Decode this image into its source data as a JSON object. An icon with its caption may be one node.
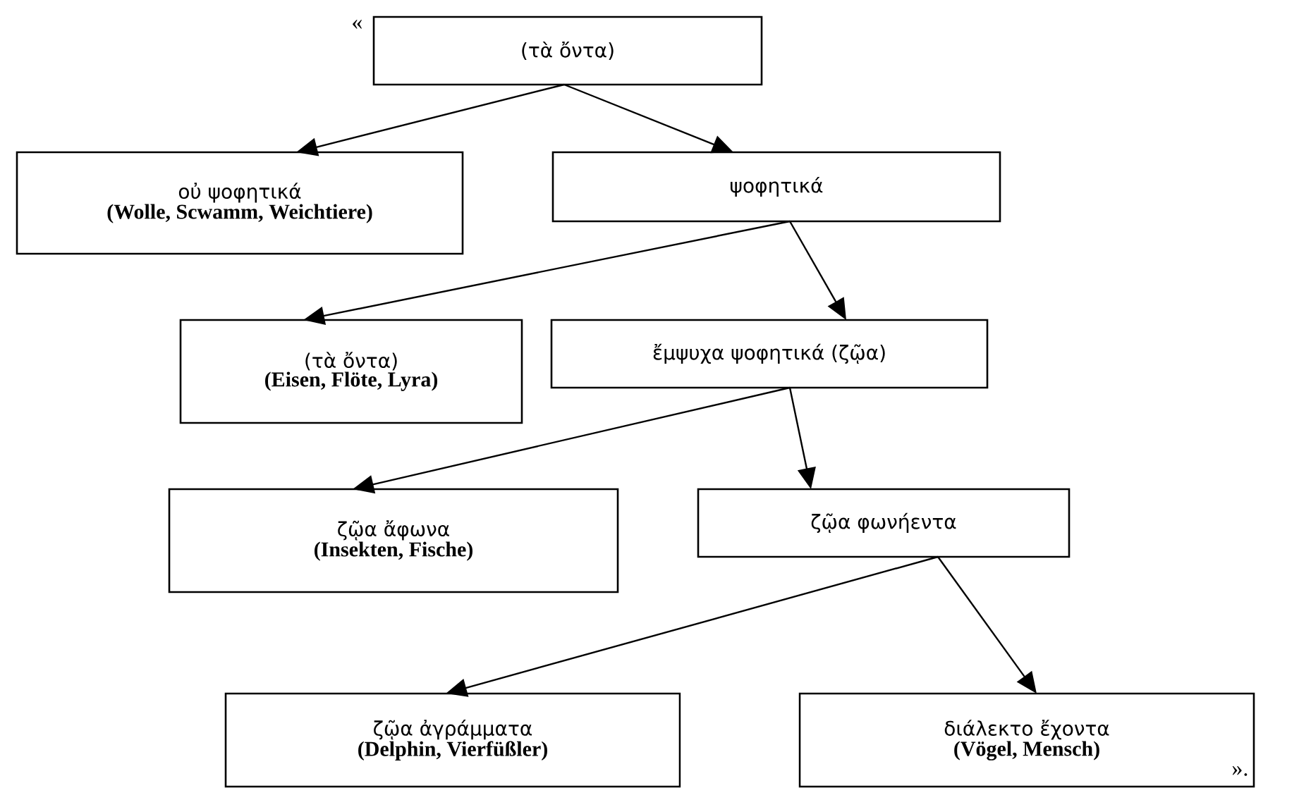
{
  "diagram": {
    "nodes": [
      {
        "text": [
          "(τὰ ὄντα)"
        ]
      },
      {
        "text": [
          "οὐ ψοφητικά",
          "(Wolle, Scwamm, Weichtiere)"
        ]
      },
      {
        "text": [
          "ψοφητικά"
        ]
      },
      {
        "text": [
          "(τὰ ὄντα)",
          "(Eisen, Flöte, Lyra)"
        ]
      },
      {
        "text": [
          "ἔμψυχα ψοφητικά (ζῷα)"
        ]
      },
      {
        "text": [
          "ζῷα ἄφωνα",
          "(Insekten, Fische)"
        ]
      },
      {
        "text": [
          "ζῷα φωνήεντα"
        ]
      },
      {
        "text": [
          "ζῷα ἀγράμματα",
          "(Delphin, Vierfüßler)"
        ]
      },
      {
        "text": [
          "διάλεκτο ἔχοντα",
          "(Vögel, Mensch)"
        ]
      }
    ],
    "edges": [
      {
        "from": 0,
        "to": 1,
        "arrow": "to"
      },
      {
        "from": 0,
        "to": 2,
        "arrow": "to"
      },
      {
        "from": 2,
        "to": 3,
        "arrow": "to"
      },
      {
        "from": 2,
        "to": 4,
        "arrow": "to"
      },
      {
        "from": 4,
        "to": 5,
        "arrow": "to"
      },
      {
        "from": 4,
        "to": 6,
        "arrow": "to"
      },
      {
        "from": 6,
        "to": 7,
        "arrow": "to"
      },
      {
        "from": 6,
        "to": 8,
        "arrow": "to"
      }
    ],
    "labels": [
      "«",
      "»."
    ]
  }
}
